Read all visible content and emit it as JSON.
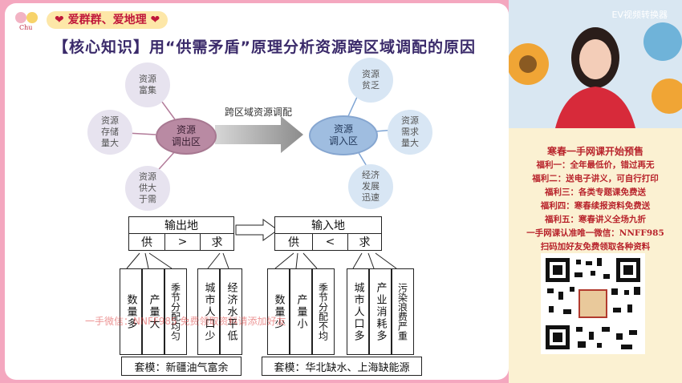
{
  "header": {
    "banner": "❤ 爱群群、爱地理 ❤",
    "logo_text": "Chu"
  },
  "slide": {
    "title": "【核心知识】用“供需矛盾”原理分析资源跨区域调配的原因",
    "out_hub": "资源\n调出区",
    "in_hub": "资源\n调入区",
    "arrow_label": "跨区域资源调配",
    "out_nodes": [
      "资源\n富集",
      "资源\n存储\n量大",
      "资源\n供大\n于需"
    ],
    "in_nodes": [
      "资源\n贫乏",
      "资源\n需求\n量大",
      "经济\n发展\n迅速"
    ],
    "table_left": {
      "header": "输出地",
      "supply": "供",
      "op": ">",
      "demand": "求",
      "supply_cols": [
        "数量多",
        "产量大",
        "季节分配均匀"
      ],
      "demand_cols": [
        "城市人口少",
        "经济水平低"
      ],
      "footer": "套模：新疆油气富余"
    },
    "table_right": {
      "header": "输入地",
      "supply": "供",
      "op": "<",
      "demand": "求",
      "supply_cols": [
        "数量少",
        "产量小",
        "季节分配不均"
      ],
      "demand_cols": [
        "城市人口多",
        "产业消耗多",
        "污染浪费严重"
      ],
      "footer": "套模：华北缺水、上海缺能源"
    },
    "watermark": "一手微信：NNFF985 免费领取资料请添加好友"
  },
  "sidebar": {
    "video_watermark": "EV视频转换器",
    "promo": [
      "寒春一手网课开始预售",
      "福利一：全年最低价，错过再无",
      "福利二：送电子讲义，可自行打印",
      "福利三：各类专题课免费送",
      "福利四：寒春续报资料免费送",
      "福利五：寒春讲义全场九折",
      "一手网课认准唯一微信：NNFF985",
      "扫码加好友免费领取各种资料"
    ]
  }
}
